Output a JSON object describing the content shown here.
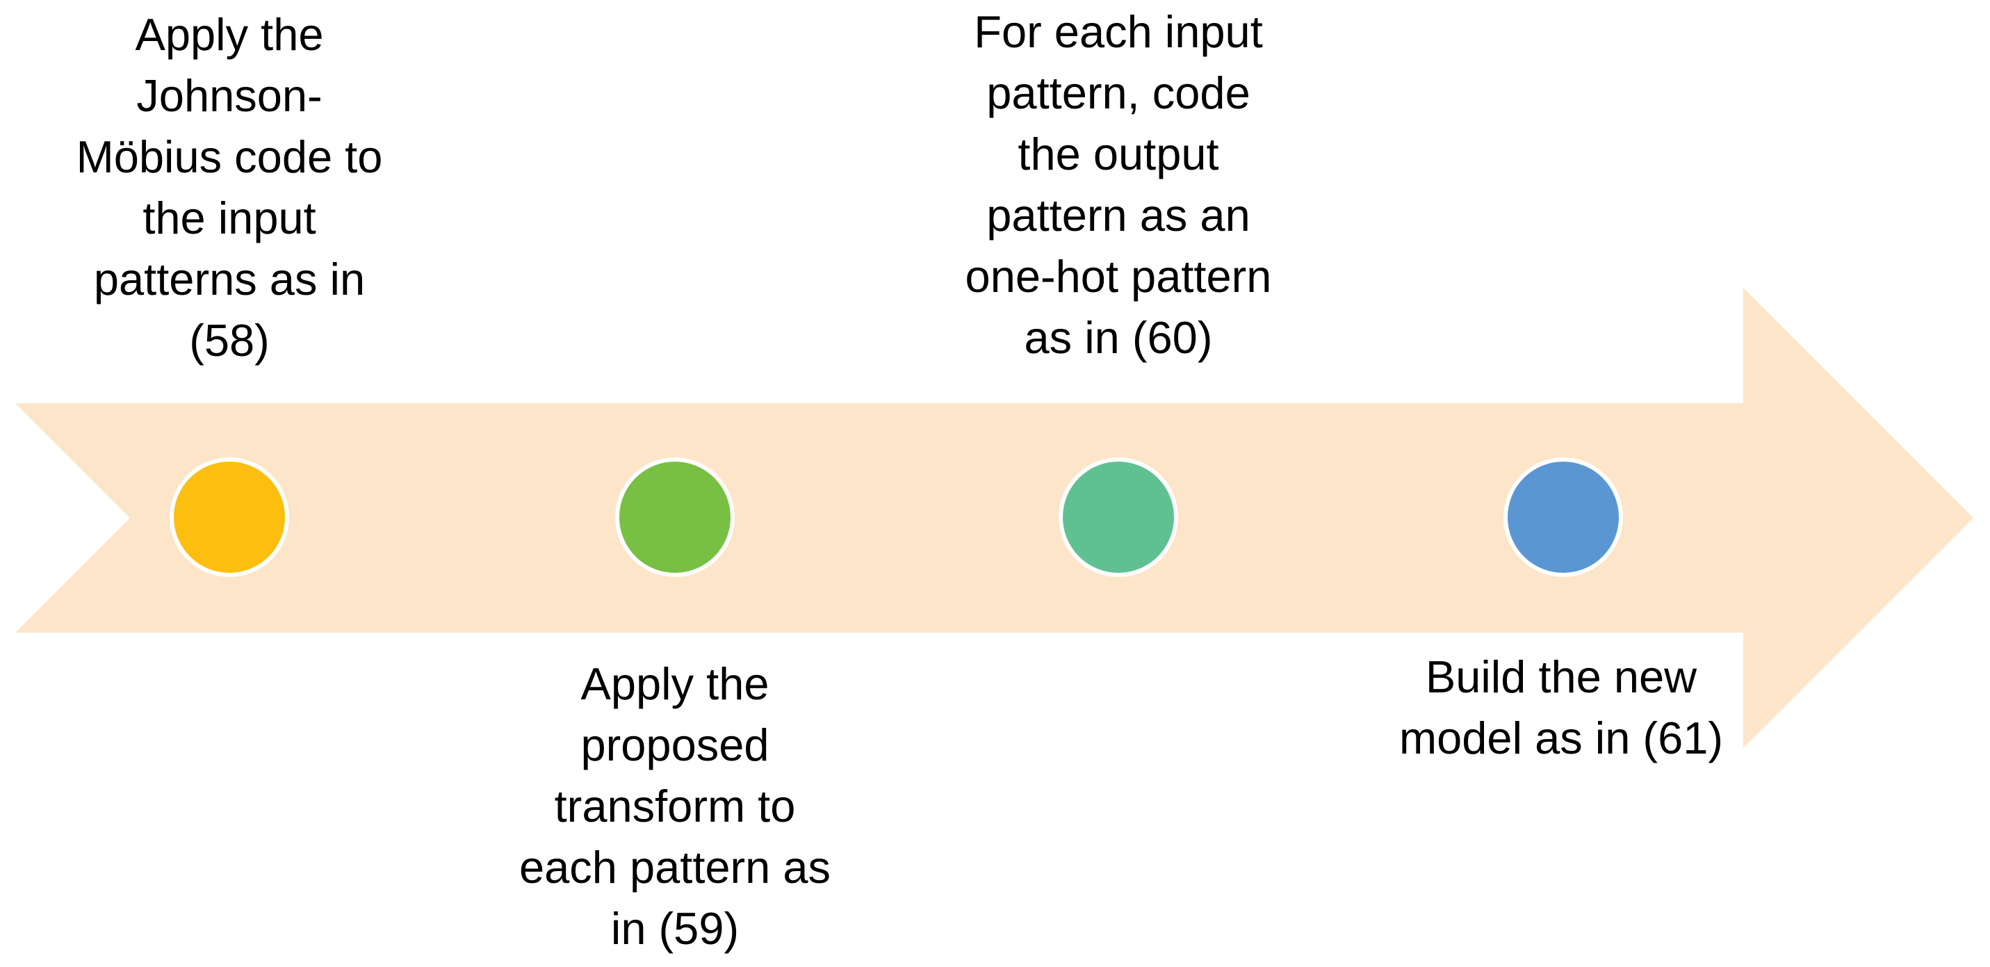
{
  "diagram": {
    "type": "horizontal-process-arrow",
    "direction": "right",
    "arrow_color": "#FCE5C8",
    "marker_ring_color": "#FFFFFF",
    "label_color": "#000000",
    "steps": [
      {
        "order": 1,
        "marker_color": "#FCBF10",
        "label_position": "above",
        "equation_ref": "(58)",
        "label": "Apply the\nJohnson-\nMöbius code to\nthe input\npatterns as in\n(58)"
      },
      {
        "order": 2,
        "marker_color": "#78C043",
        "label_position": "below",
        "equation_ref": "(59)",
        "label": "Apply the\nproposed\ntransform to\neach pattern as\nin (59)"
      },
      {
        "order": 3,
        "marker_color": "#5FC192",
        "label_position": "above",
        "equation_ref": "(60)",
        "label": "For each input\npattern, code\nthe output\npattern as an\none-hot pattern\nas in (60)"
      },
      {
        "order": 4,
        "marker_color": "#5A97D2",
        "label_position": "below",
        "equation_ref": "(61)",
        "label": "Build the new\nmodel as in (61)"
      }
    ]
  }
}
